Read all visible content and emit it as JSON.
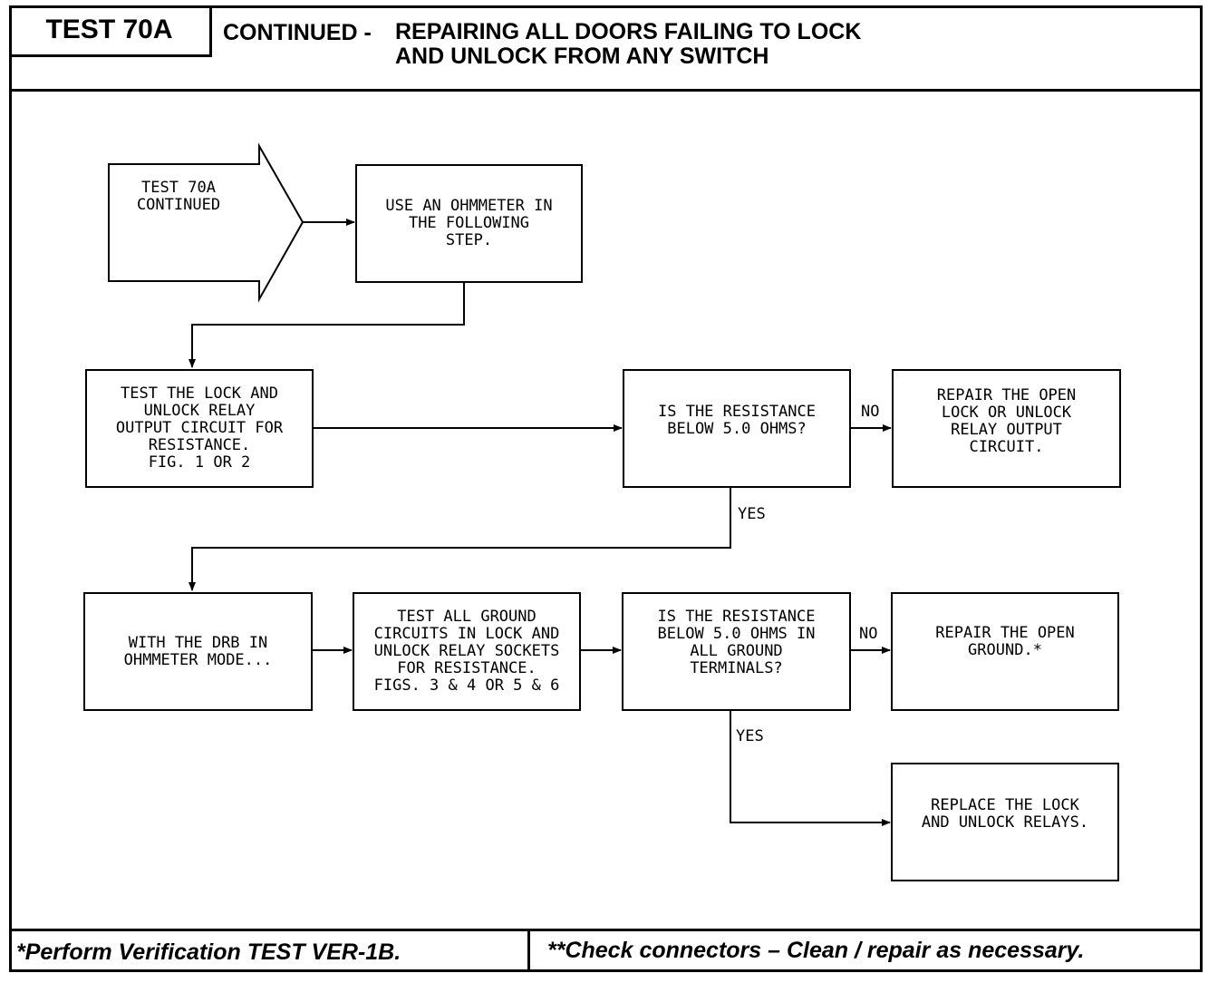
{
  "header": {
    "test_label": "TEST 70A",
    "title_prefix": "CONTINUED -",
    "title_line1": "REPAIRING ALL DOORS FAILING TO LOCK",
    "title_line2": "AND  UNLOCK FROM ANY SWITCH"
  },
  "flowchart": {
    "start": "TEST 70A\nCONTINUED",
    "step_ohmmeter": "USE AN OHMMETER IN\nTHE FOLLOWING\nSTEP.",
    "step_test_output": "TEST THE LOCK AND\nUNLOCK RELAY\nOUTPUT CIRCUIT FOR\nRESISTANCE.\nFIG. 1 OR 2",
    "decision_1": "IS THE RESISTANCE\nBELOW 5.0 OHMS?",
    "repair_output": "REPAIR THE OPEN\nLOCK OR UNLOCK\nRELAY OUTPUT\nCIRCUIT.",
    "step_drb": "WITH THE DRB IN\nOHMMETER MODE...",
    "step_test_ground": "TEST ALL GROUND\nCIRCUITS IN LOCK AND\nUNLOCK RELAY SOCKETS\nFOR RESISTANCE.\nFIGS. 3 & 4 OR 5 & 6",
    "decision_2": "IS THE RESISTANCE\nBELOW 5.0 OHMS IN\nALL GROUND\nTERMINALS?",
    "repair_ground": "REPAIR THE OPEN\nGROUND.*",
    "replace_relays": "REPLACE THE LOCK\nAND UNLOCK RELAYS.",
    "label_no_1": "NO",
    "label_yes_1": "YES",
    "label_no_2": "NO",
    "label_yes_2": "YES"
  },
  "footer": {
    "left_note": "*Perform Verification TEST VER-1B.",
    "right_note": "**Check connectors – Clean / repair as necessary."
  }
}
